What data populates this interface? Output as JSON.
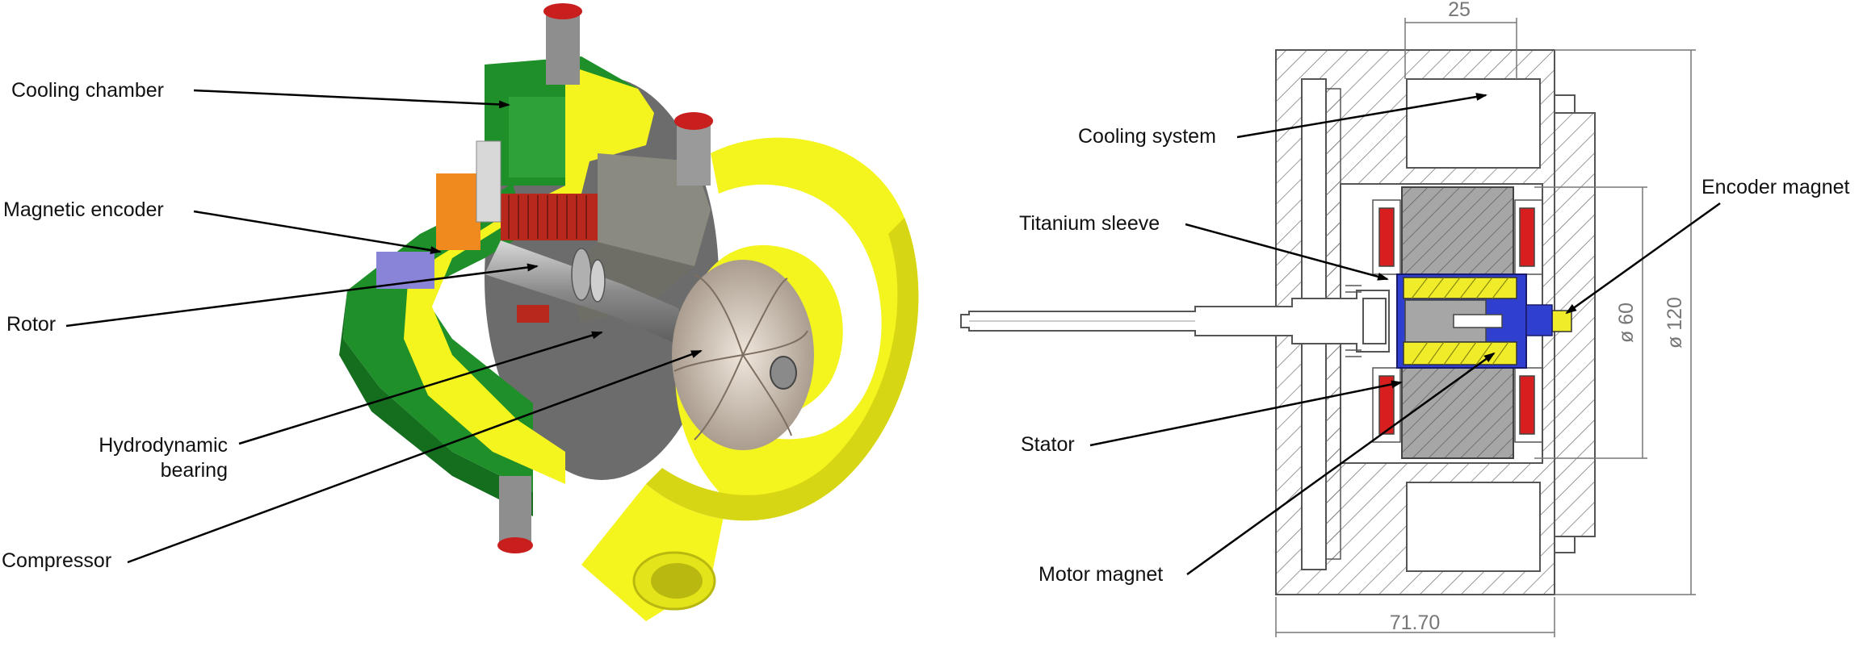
{
  "colors": {
    "green": "#1f8f2a",
    "green_dark": "#146e1e",
    "yellow": "#f4f41e",
    "yellow_dark": "#d6d614",
    "copper": "#b8281c",
    "steel": "#9c9c9c",
    "blue": "#2f3fd0",
    "drawing_yellow": "#f0ec2a",
    "coil_red": "#d81e1e",
    "hatch_gray": "#a6a6a6",
    "orange": "#f08a1e",
    "purple": "#8a84d8"
  },
  "left_labels": {
    "cooling_chamber": "Cooling chamber",
    "magnetic_encoder": "Magnetic encoder",
    "rotor": "Rotor",
    "hydro_line1": "Hydrodynamic",
    "hydro_line2": "bearing",
    "compressor": "Compressor"
  },
  "right_labels": {
    "cooling_system": "Cooling system",
    "titanium_sleeve": "Titanium sleeve",
    "encoder_magnet": "Encoder magnet",
    "stator": "Stator",
    "motor_magnet": "Motor magnet"
  },
  "dimensions": {
    "top": "25",
    "d60": "ø 60",
    "d120": "ø 120",
    "bottom": "71.70"
  }
}
